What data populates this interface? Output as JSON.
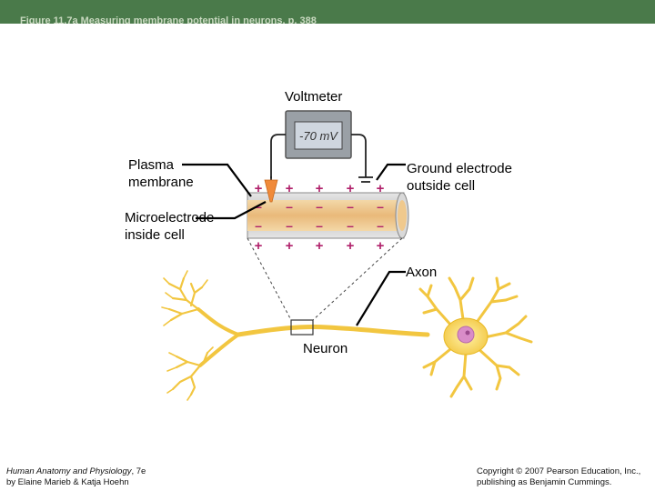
{
  "header": {
    "title": "Figure 11.7a Measuring membrane potential in neurons, p. 388"
  },
  "diagram": {
    "voltmeter_label": "Voltmeter",
    "voltmeter_reading": "-70 mV",
    "plasma_membrane_line1": "Plasma",
    "plasma_membrane_line2": "membrane",
    "ground_line1": "Ground electrode",
    "ground_line2": "outside cell",
    "micro_line1": "Microelectrode",
    "micro_line2": "inside cell",
    "axon_label": "Axon",
    "neuron_label": "Neuron",
    "plus_sign": "+",
    "minus_sign": "–"
  },
  "footer": {
    "book_title": "Human Anatomy and Physiology",
    "book_edition": ", 7e",
    "authors": "by Elaine Marieb & Katja Hoehn",
    "copyright_line1": "Copyright © 2007 Pearson Education, Inc.,",
    "copyright_line2": "publishing as Benjamin Cummings."
  },
  "colors": {
    "header_bg": "#4a7a4a",
    "plus": "#b0206a",
    "minus": "#b0206a",
    "neuron": "#f6d35a",
    "nucleus": "#d98cc8",
    "electrode": "#f08a3a",
    "voltmeter_body": "#9aa0a6"
  }
}
